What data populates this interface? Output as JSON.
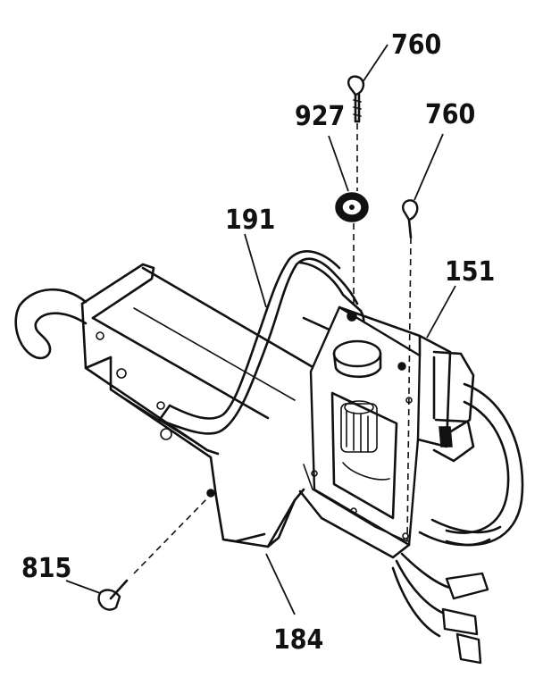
{
  "diagram": {
    "part_labels": {
      "screw_top": "760",
      "washer": "927",
      "screw_right": "760",
      "wire_arm": "191",
      "motor_assembly": "151",
      "bracket": "184",
      "screw_bottom": "815"
    }
  }
}
